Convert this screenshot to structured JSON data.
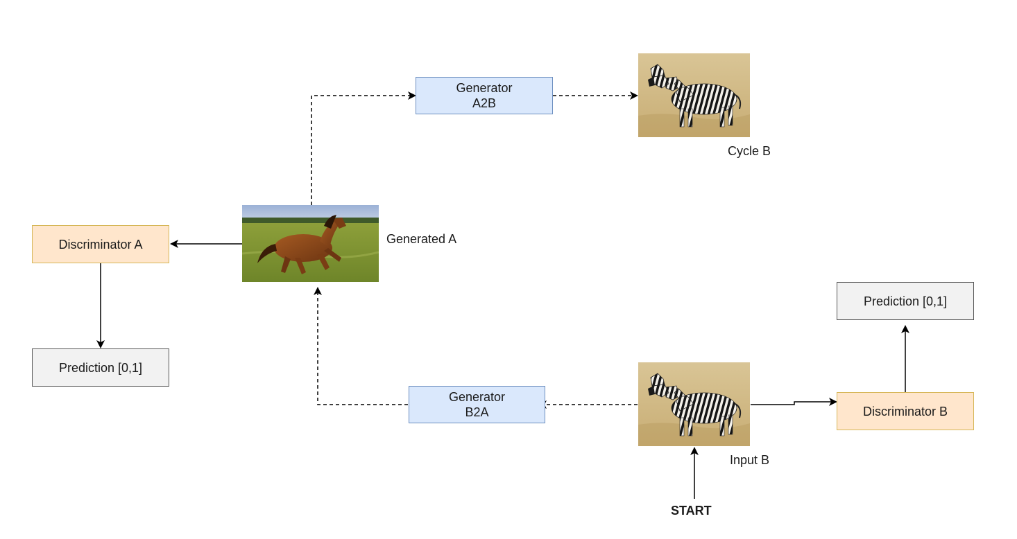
{
  "nodes": {
    "generator_a2b": {
      "line1": "Generator",
      "line2": "A2B"
    },
    "generator_b2a": {
      "line1": "Generator",
      "line2": "B2A"
    },
    "discriminator_a": {
      "label": "Discriminator A"
    },
    "discriminator_b": {
      "label": "Discriminator B"
    },
    "prediction_a": {
      "label": "Prediction [0,1]"
    },
    "prediction_b": {
      "label": "Prediction [0,1]"
    }
  },
  "labels": {
    "cycle_b": "Cycle B",
    "generated_a": "Generated A",
    "input_b": "Input B",
    "start": "START"
  },
  "images": {
    "cycle_b": "zebra-photo",
    "generated_a": "horse-photo",
    "input_b": "zebra-photo"
  },
  "colors": {
    "generator_fill": "#dae8fc",
    "generator_border": "#6c8ebf",
    "discriminator_fill": "#ffe6cc",
    "discriminator_border": "#d6b656",
    "prediction_fill": "#f2f2f2",
    "prediction_border": "#555555"
  }
}
